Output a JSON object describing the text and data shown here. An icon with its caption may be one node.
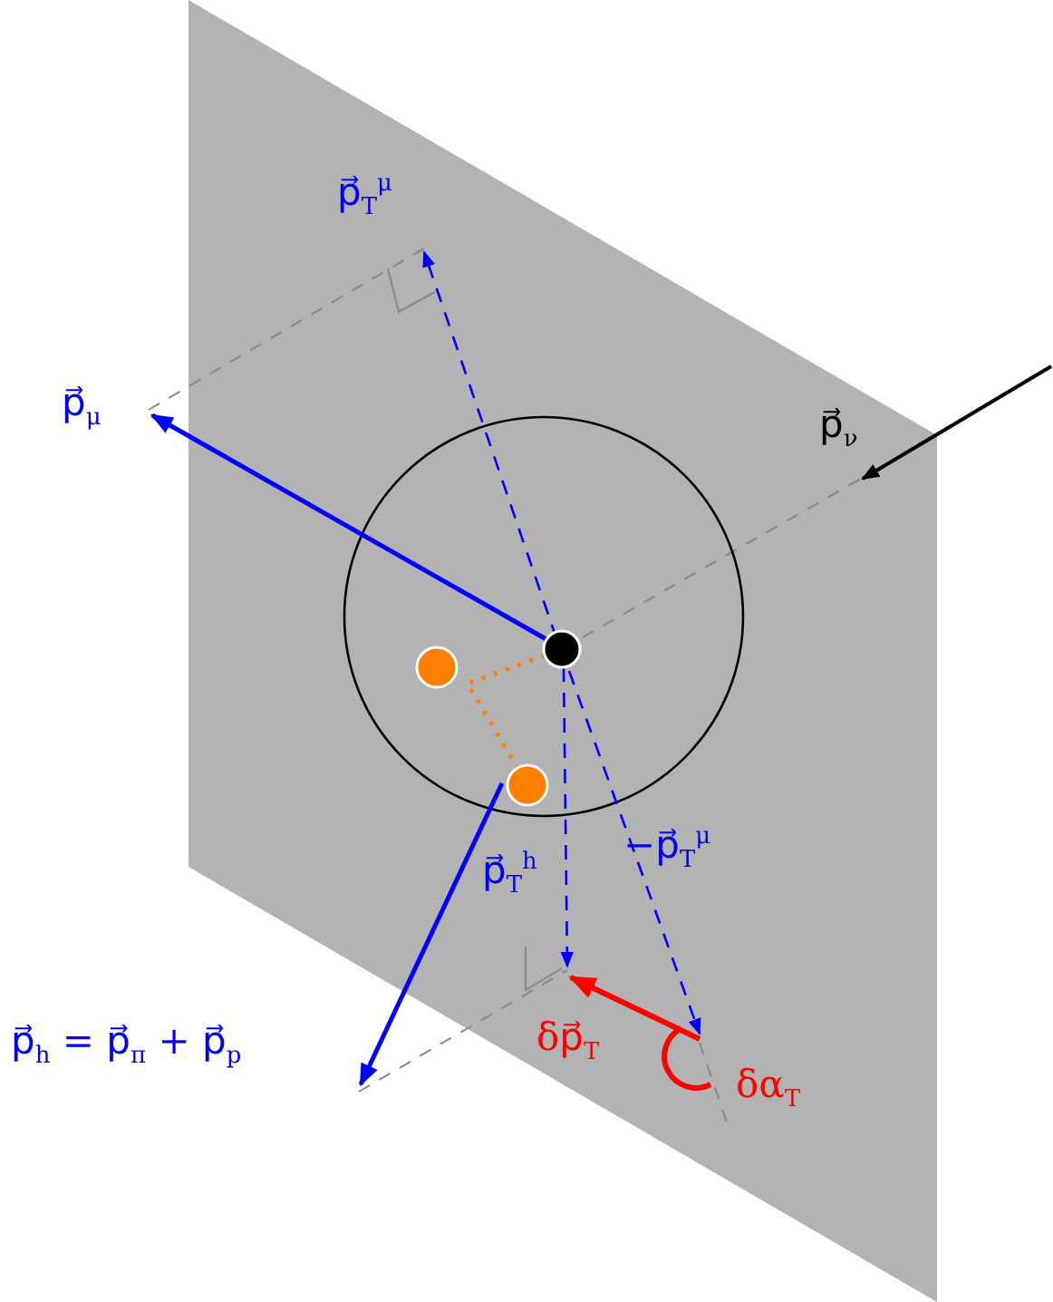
{
  "diagram": {
    "nodes": [
      {
        "text": [],
        "shape": "circle"
      },
      {
        "text": [],
        "shape": "circle"
      },
      {
        "text": [],
        "shape": "circle"
      }
    ],
    "edges": [
      {
        "from": 2,
        "to": 1,
        "arrow": "none",
        "style": "dashed",
        "color": "#ff8000"
      }
    ],
    "labels": [
      "p⃗$_{T}$$^{μ}$",
      "p⃗$_{μ}$",
      "p⃗$_{ν}$",
      "p⃗$_{T}$$^{h}$",
      "−p⃗$_{T}$$^{μ}$",
      "p⃗$_{h}$ = p⃗$_{π}$ + p⃗$_{p}$",
      "δp⃗$_{T}$",
      "δα$_{T}$"
    ]
  }
}
